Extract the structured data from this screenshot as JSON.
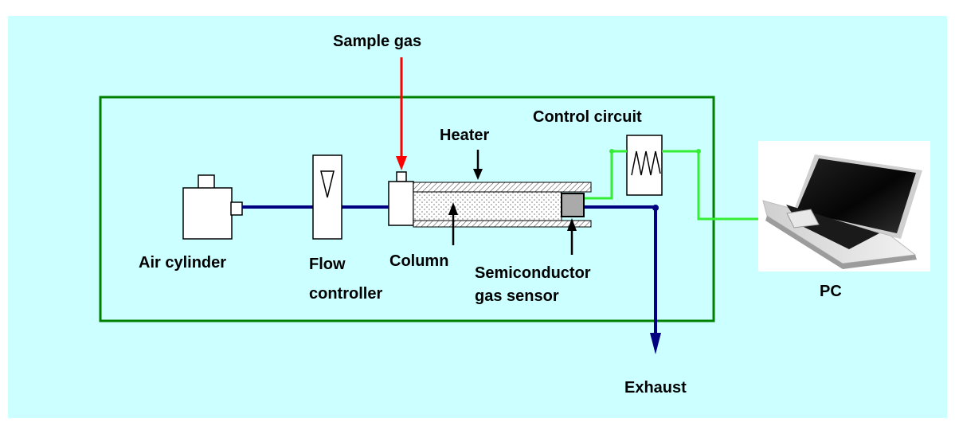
{
  "colors": {
    "background": "#ccffff",
    "box_border": "#008000",
    "pipe": "#000080",
    "sample_arrow": "#ff0000",
    "signal_wire": "#33ee33"
  },
  "labels": {
    "sample_gas": "Sample gas",
    "heater": "Heater",
    "control_circuit": "Control circuit",
    "air_cylinder": "Air cylinder",
    "flow_line1": "Flow",
    "flow_line2": "controller",
    "column": "Column",
    "sensor_line1": "Semiconductor",
    "sensor_line2": "gas sensor",
    "pc": "PC",
    "exhaust": "Exhaust"
  },
  "icons": {
    "laptop": "laptop-icon"
  }
}
